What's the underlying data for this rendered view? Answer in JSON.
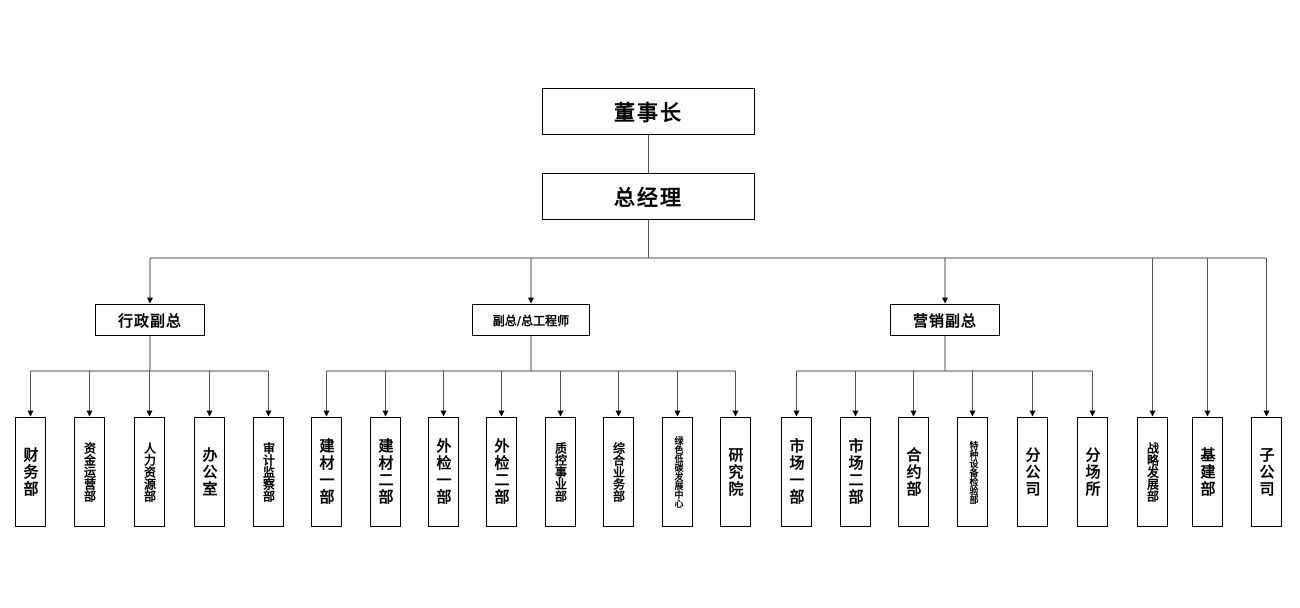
{
  "chairman": "董事长",
  "general_manager": "总经理",
  "branches": [
    {
      "label": "行政副总",
      "departments": [
        "财务部",
        "资金运营部",
        "人力资源部",
        "办公室",
        "审计监察部"
      ]
    },
    {
      "label": "副总/总工程师",
      "departments": [
        "建材一部",
        "建材二部",
        "外检一部",
        "外检二部",
        "质控事业部",
        "综合业务部",
        "绿色低碳发展中心",
        "研究院"
      ]
    },
    {
      "label": "营销副总",
      "departments": [
        "市场一部",
        "市场二部",
        "合约部",
        "特种设备检验部",
        "分公司",
        "分场所"
      ]
    }
  ],
  "direct_departments": [
    "战略发展部",
    "基建部",
    "子公司"
  ]
}
